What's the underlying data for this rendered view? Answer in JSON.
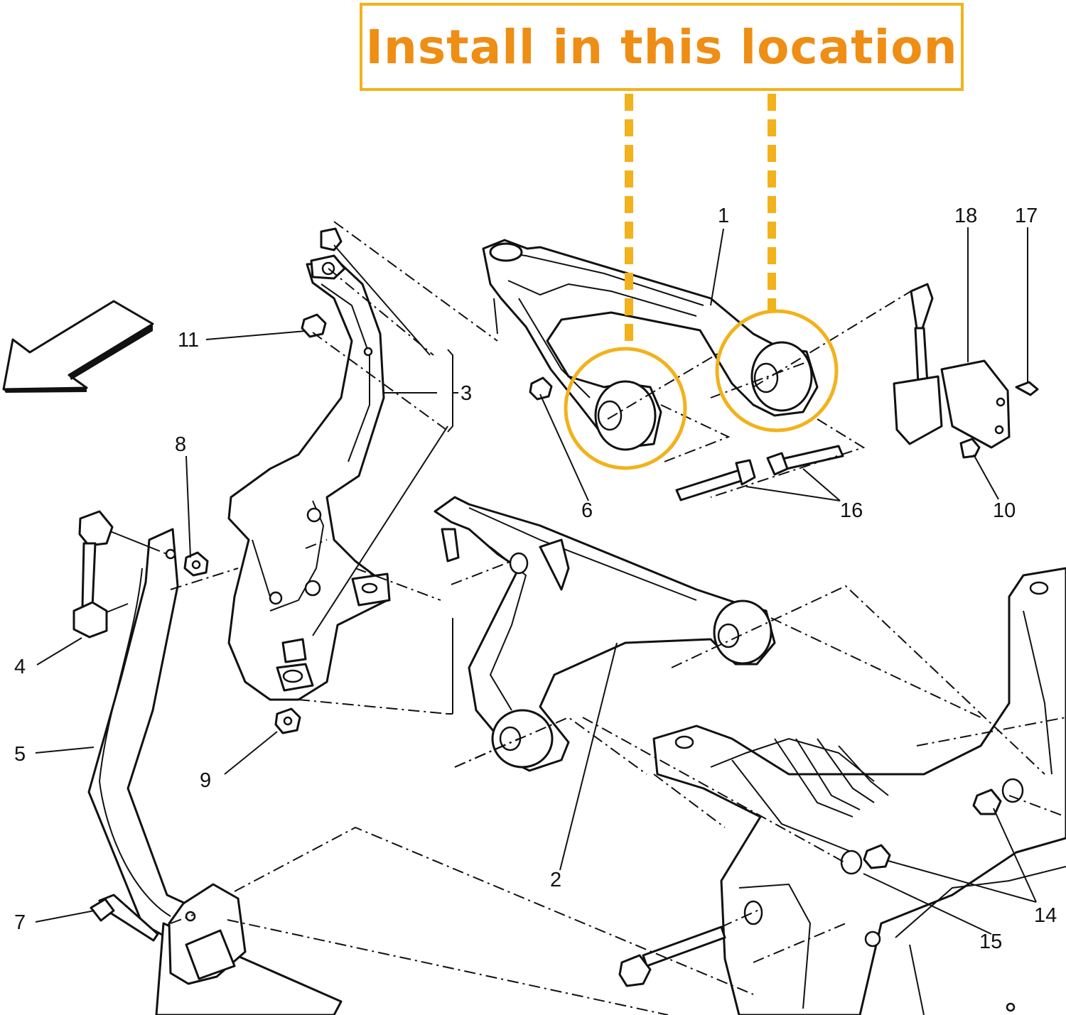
{
  "callout": {
    "text": "Install in this location",
    "border_color": "#F2B21B",
    "text_color": "#EE8E14"
  },
  "highlight_color": "#F2B21B",
  "parts": [
    {
      "id": "1",
      "name": "upper-control-arm"
    },
    {
      "id": "2",
      "name": "lower-control-arm"
    },
    {
      "id": "3",
      "name": "steering-knuckle-group"
    },
    {
      "id": "4",
      "name": "stabilizer-link"
    },
    {
      "id": "5",
      "name": "stabilizer-bar"
    },
    {
      "id": "6",
      "name": "nut"
    },
    {
      "id": "7",
      "name": "bolt"
    },
    {
      "id": "8",
      "name": "nut"
    },
    {
      "id": "9",
      "name": "nut"
    },
    {
      "id": "10",
      "name": "nut"
    },
    {
      "id": "11",
      "name": "nut"
    },
    {
      "id": "14",
      "name": "nut"
    },
    {
      "id": "15",
      "name": "washer"
    },
    {
      "id": "16",
      "name": "bolts"
    },
    {
      "id": "17",
      "name": "bolt"
    },
    {
      "id": "18",
      "name": "height-sensor"
    }
  ],
  "direction_arrow": "front-arrow-icon"
}
